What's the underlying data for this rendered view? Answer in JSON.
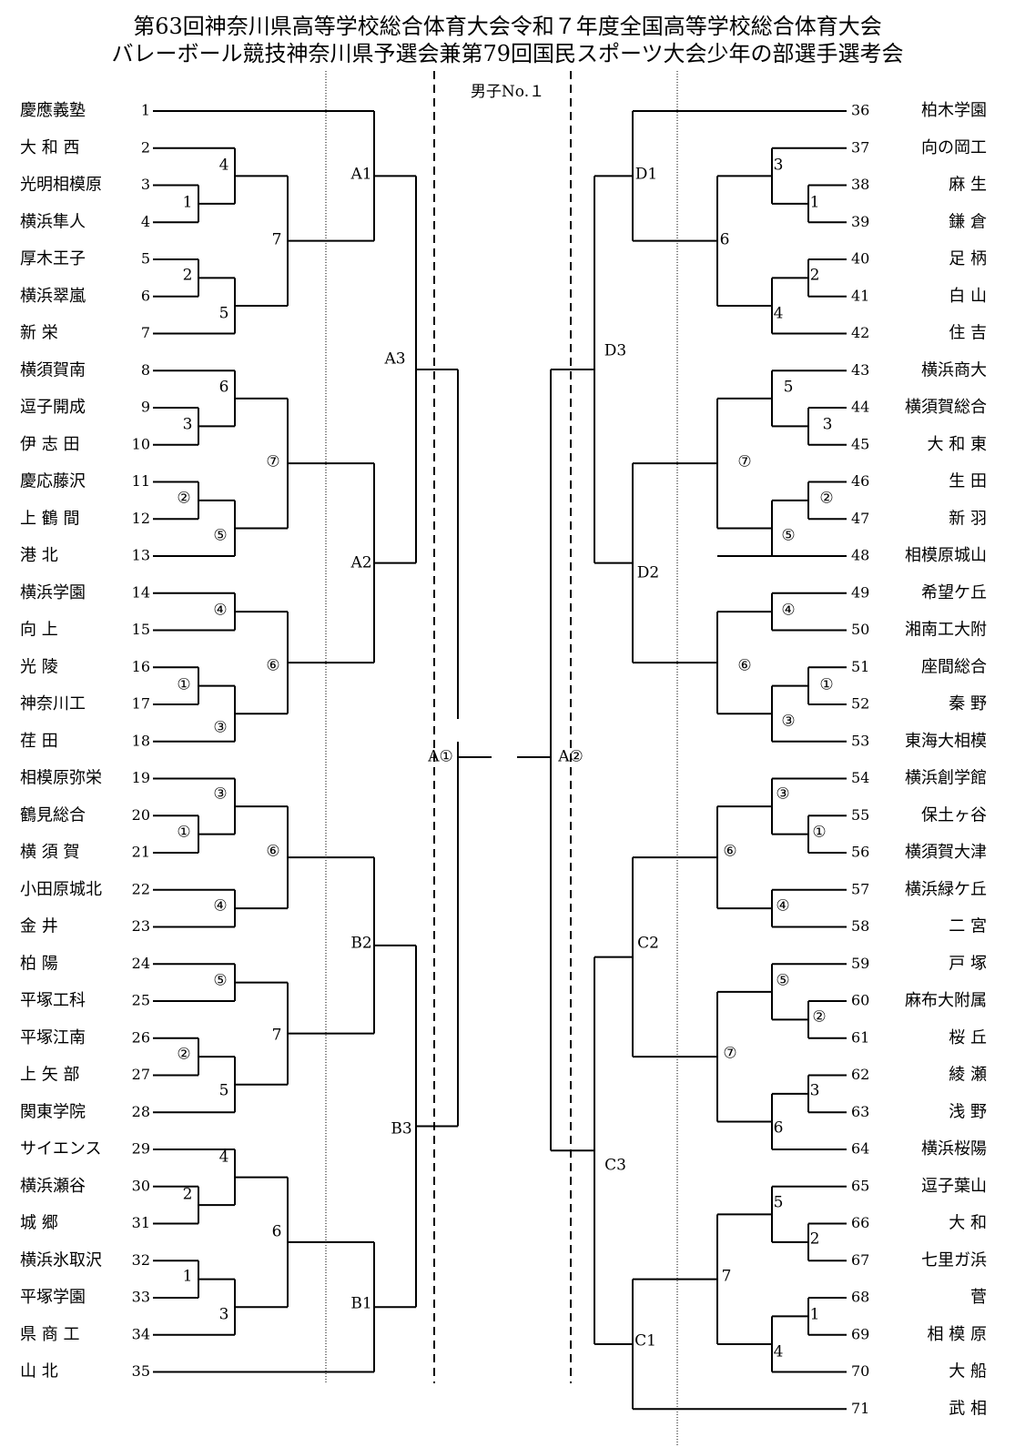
{
  "header": {
    "title_line1": "第63回神奈川県高等学校総合体育大会令和７年度全国高等学校総合体育大会",
    "title_line2": "バレーボール競技神奈川県予選会兼第79回国民スポーツ大会少年の部選手選考会",
    "subtitle": "男子No.１"
  },
  "left_teams": [
    {
      "no": "1",
      "name": "慶應義塾"
    },
    {
      "no": "2",
      "name": "大 和 西"
    },
    {
      "no": "3",
      "name": "光明相模原"
    },
    {
      "no": "4",
      "name": "横浜隼人"
    },
    {
      "no": "5",
      "name": "厚木王子"
    },
    {
      "no": "6",
      "name": "横浜翠嵐"
    },
    {
      "no": "7",
      "name": "新  栄"
    },
    {
      "no": "8",
      "name": "横須賀南"
    },
    {
      "no": "9",
      "name": "逗子開成"
    },
    {
      "no": "10",
      "name": "伊 志 田"
    },
    {
      "no": "11",
      "name": "慶応藤沢"
    },
    {
      "no": "12",
      "name": "上 鶴 間"
    },
    {
      "no": "13",
      "name": "港  北"
    },
    {
      "no": "14",
      "name": "横浜学園"
    },
    {
      "no": "15",
      "name": "向  上"
    },
    {
      "no": "16",
      "name": "光  陵"
    },
    {
      "no": "17",
      "name": "神奈川工"
    },
    {
      "no": "18",
      "name": "荏  田"
    },
    {
      "no": "19",
      "name": "相模原弥栄"
    },
    {
      "no": "20",
      "name": "鶴見総合"
    },
    {
      "no": "21",
      "name": "横 須 賀"
    },
    {
      "no": "22",
      "name": "小田原城北"
    },
    {
      "no": "23",
      "name": "金  井"
    },
    {
      "no": "24",
      "name": "柏  陽"
    },
    {
      "no": "25",
      "name": "平塚工科"
    },
    {
      "no": "26",
      "name": "平塚江南"
    },
    {
      "no": "27",
      "name": "上 矢 部"
    },
    {
      "no": "28",
      "name": "関東学院"
    },
    {
      "no": "29",
      "name": "サイエンス"
    },
    {
      "no": "30",
      "name": "横浜瀬谷"
    },
    {
      "no": "31",
      "name": "城  郷"
    },
    {
      "no": "32",
      "name": "横浜氷取沢"
    },
    {
      "no": "33",
      "name": "平塚学園"
    },
    {
      "no": "34",
      "name": "県 商 工"
    },
    {
      "no": "35",
      "name": "山  北"
    }
  ],
  "right_teams": [
    {
      "no": "36",
      "name": "柏木学園"
    },
    {
      "no": "37",
      "name": "向の岡工"
    },
    {
      "no": "38",
      "name": "麻  生"
    },
    {
      "no": "39",
      "name": "鎌  倉"
    },
    {
      "no": "40",
      "name": "足  柄"
    },
    {
      "no": "41",
      "name": "白  山"
    },
    {
      "no": "42",
      "name": "住  吉"
    },
    {
      "no": "43",
      "name": "横浜商大"
    },
    {
      "no": "44",
      "name": "横須賀総合"
    },
    {
      "no": "45",
      "name": "大 和 東"
    },
    {
      "no": "46",
      "name": "生  田"
    },
    {
      "no": "47",
      "name": "新  羽"
    },
    {
      "no": "48",
      "name": "相模原城山"
    },
    {
      "no": "49",
      "name": "希望ケ丘"
    },
    {
      "no": "50",
      "name": "湘南工大附"
    },
    {
      "no": "51",
      "name": "座間総合"
    },
    {
      "no": "52",
      "name": "秦  野"
    },
    {
      "no": "53",
      "name": "東海大相模"
    },
    {
      "no": "54",
      "name": "横浜創学館"
    },
    {
      "no": "55",
      "name": "保土ヶ谷"
    },
    {
      "no": "56",
      "name": "横須賀大津"
    },
    {
      "no": "57",
      "name": "横浜緑ケ丘"
    },
    {
      "no": "58",
      "name": "二  宮"
    },
    {
      "no": "59",
      "name": "戸  塚"
    },
    {
      "no": "60",
      "name": "麻布大附属"
    },
    {
      "no": "61",
      "name": "桜  丘"
    },
    {
      "no": "62",
      "name": "綾  瀬"
    },
    {
      "no": "63",
      "name": "浅  野"
    },
    {
      "no": "64",
      "name": "横浜桜陽"
    },
    {
      "no": "65",
      "name": "逗子葉山"
    },
    {
      "no": "66",
      "name": "大  和"
    },
    {
      "no": "67",
      "name": "七里ガ浜"
    },
    {
      "no": "68",
      "name": "菅"
    },
    {
      "no": "69",
      "name": "相 模 原"
    },
    {
      "no": "70",
      "name": "大  船"
    },
    {
      "no": "71",
      "name": "武  相"
    }
  ],
  "match_labels": {
    "L1": "1",
    "L2": "4",
    "L3": "2",
    "L4": "5",
    "L5": "7",
    "L6": "3",
    "L7": "6",
    "L8": "②",
    "L9": "⑤",
    "L10": "⑦",
    "L11": "④",
    "L12": "①",
    "L13": "③",
    "L14": "⑥",
    "L15": "①",
    "L16": "③",
    "L17": "⑥",
    "L18": "④",
    "L19": "⑤",
    "L20": "②",
    "L21": "5",
    "L22": "7",
    "L23": "2",
    "L24": "4",
    "L25": "1",
    "L26": "3",
    "L27": "6",
    "A1": "A1",
    "A2": "A2",
    "A3": "A3",
    "B1": "B1",
    "B2": "B2",
    "B3": "B3",
    "R1": "3",
    "R2": "1",
    "R3": "2",
    "R4": "4",
    "R5": "6",
    "R6": "5",
    "R7": "3",
    "R8": "②",
    "R9": "⑤",
    "R10": "⑦",
    "R11": "④",
    "R12": "①",
    "R13": "③",
    "R14": "⑥",
    "R15": "③",
    "R16": "①",
    "R17": "④",
    "R18": "⑥",
    "R19": "⑤",
    "R20": "②",
    "R21": "3",
    "R22": "6",
    "R23": "⑦",
    "R24": "5",
    "R25": "2",
    "R26": "1",
    "R27": "4",
    "R28": "7",
    "D1": "D1",
    "D2": "D2",
    "D3": "D3",
    "C1": "C1",
    "C2": "C2",
    "C3": "C3",
    "final_left": "A①",
    "final_right": "A②"
  }
}
